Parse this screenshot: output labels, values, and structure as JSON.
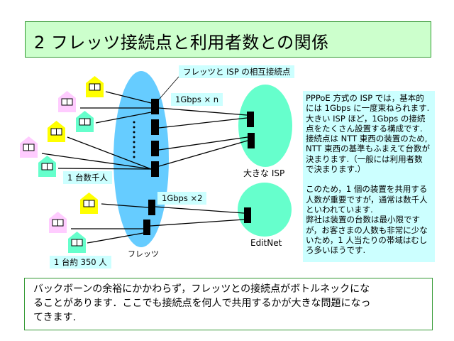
{
  "title": "2 フレッツ接続点と利用者数との関係",
  "diagram": {
    "interconnect_label": "フレッツと ISP の相互接続点",
    "big_link_label": "1Gbps × n",
    "big_users_label": "1 台数千人",
    "small_link_label": "1Gbps ×2",
    "small_users_label": "1 台約 350 人",
    "flets_label": "フレッツ",
    "big_isp_label": "大きな ISP",
    "editnet_label": "EditNet",
    "colors": {
      "flets": "#66ccff",
      "isp": "#66ffcc",
      "house_yellow": "#ffff00",
      "house_pink": "#ffccff",
      "house_green": "#66ffcc",
      "label_bg": "#ccffff"
    }
  },
  "info_lines": [
    "PPPoE 方式の ISP では，基本的",
    "には 1Gbps に一度束ねられます.",
    "大きい ISP ほど，1Gbps の接続",
    "点をたくさん設置する構成です.",
    "接続点は NTT 東西の装置のため,",
    "NTT 東西の基準もふまえて台数が",
    "決まります.（一般には利用者数",
    "で決まります.）",
    "",
    "このため，1 個の装置を共用する",
    "人数が重要ですが，通常は数千人",
    "といわれています.",
    "弊社は装置の台数は最小限です",
    "が，お客さまの人数も非常に少な",
    "いため，1 人当たりの帯域はむし",
    "ろ多いほうです."
  ],
  "summary_lines": [
    "バックボーンの余裕にかかわらず，フレッツとの接続点がボトルネックにな",
    "ることがあります．ここでも接続点を何人で共用するかが大きな問題になっ",
    "てきます."
  ]
}
